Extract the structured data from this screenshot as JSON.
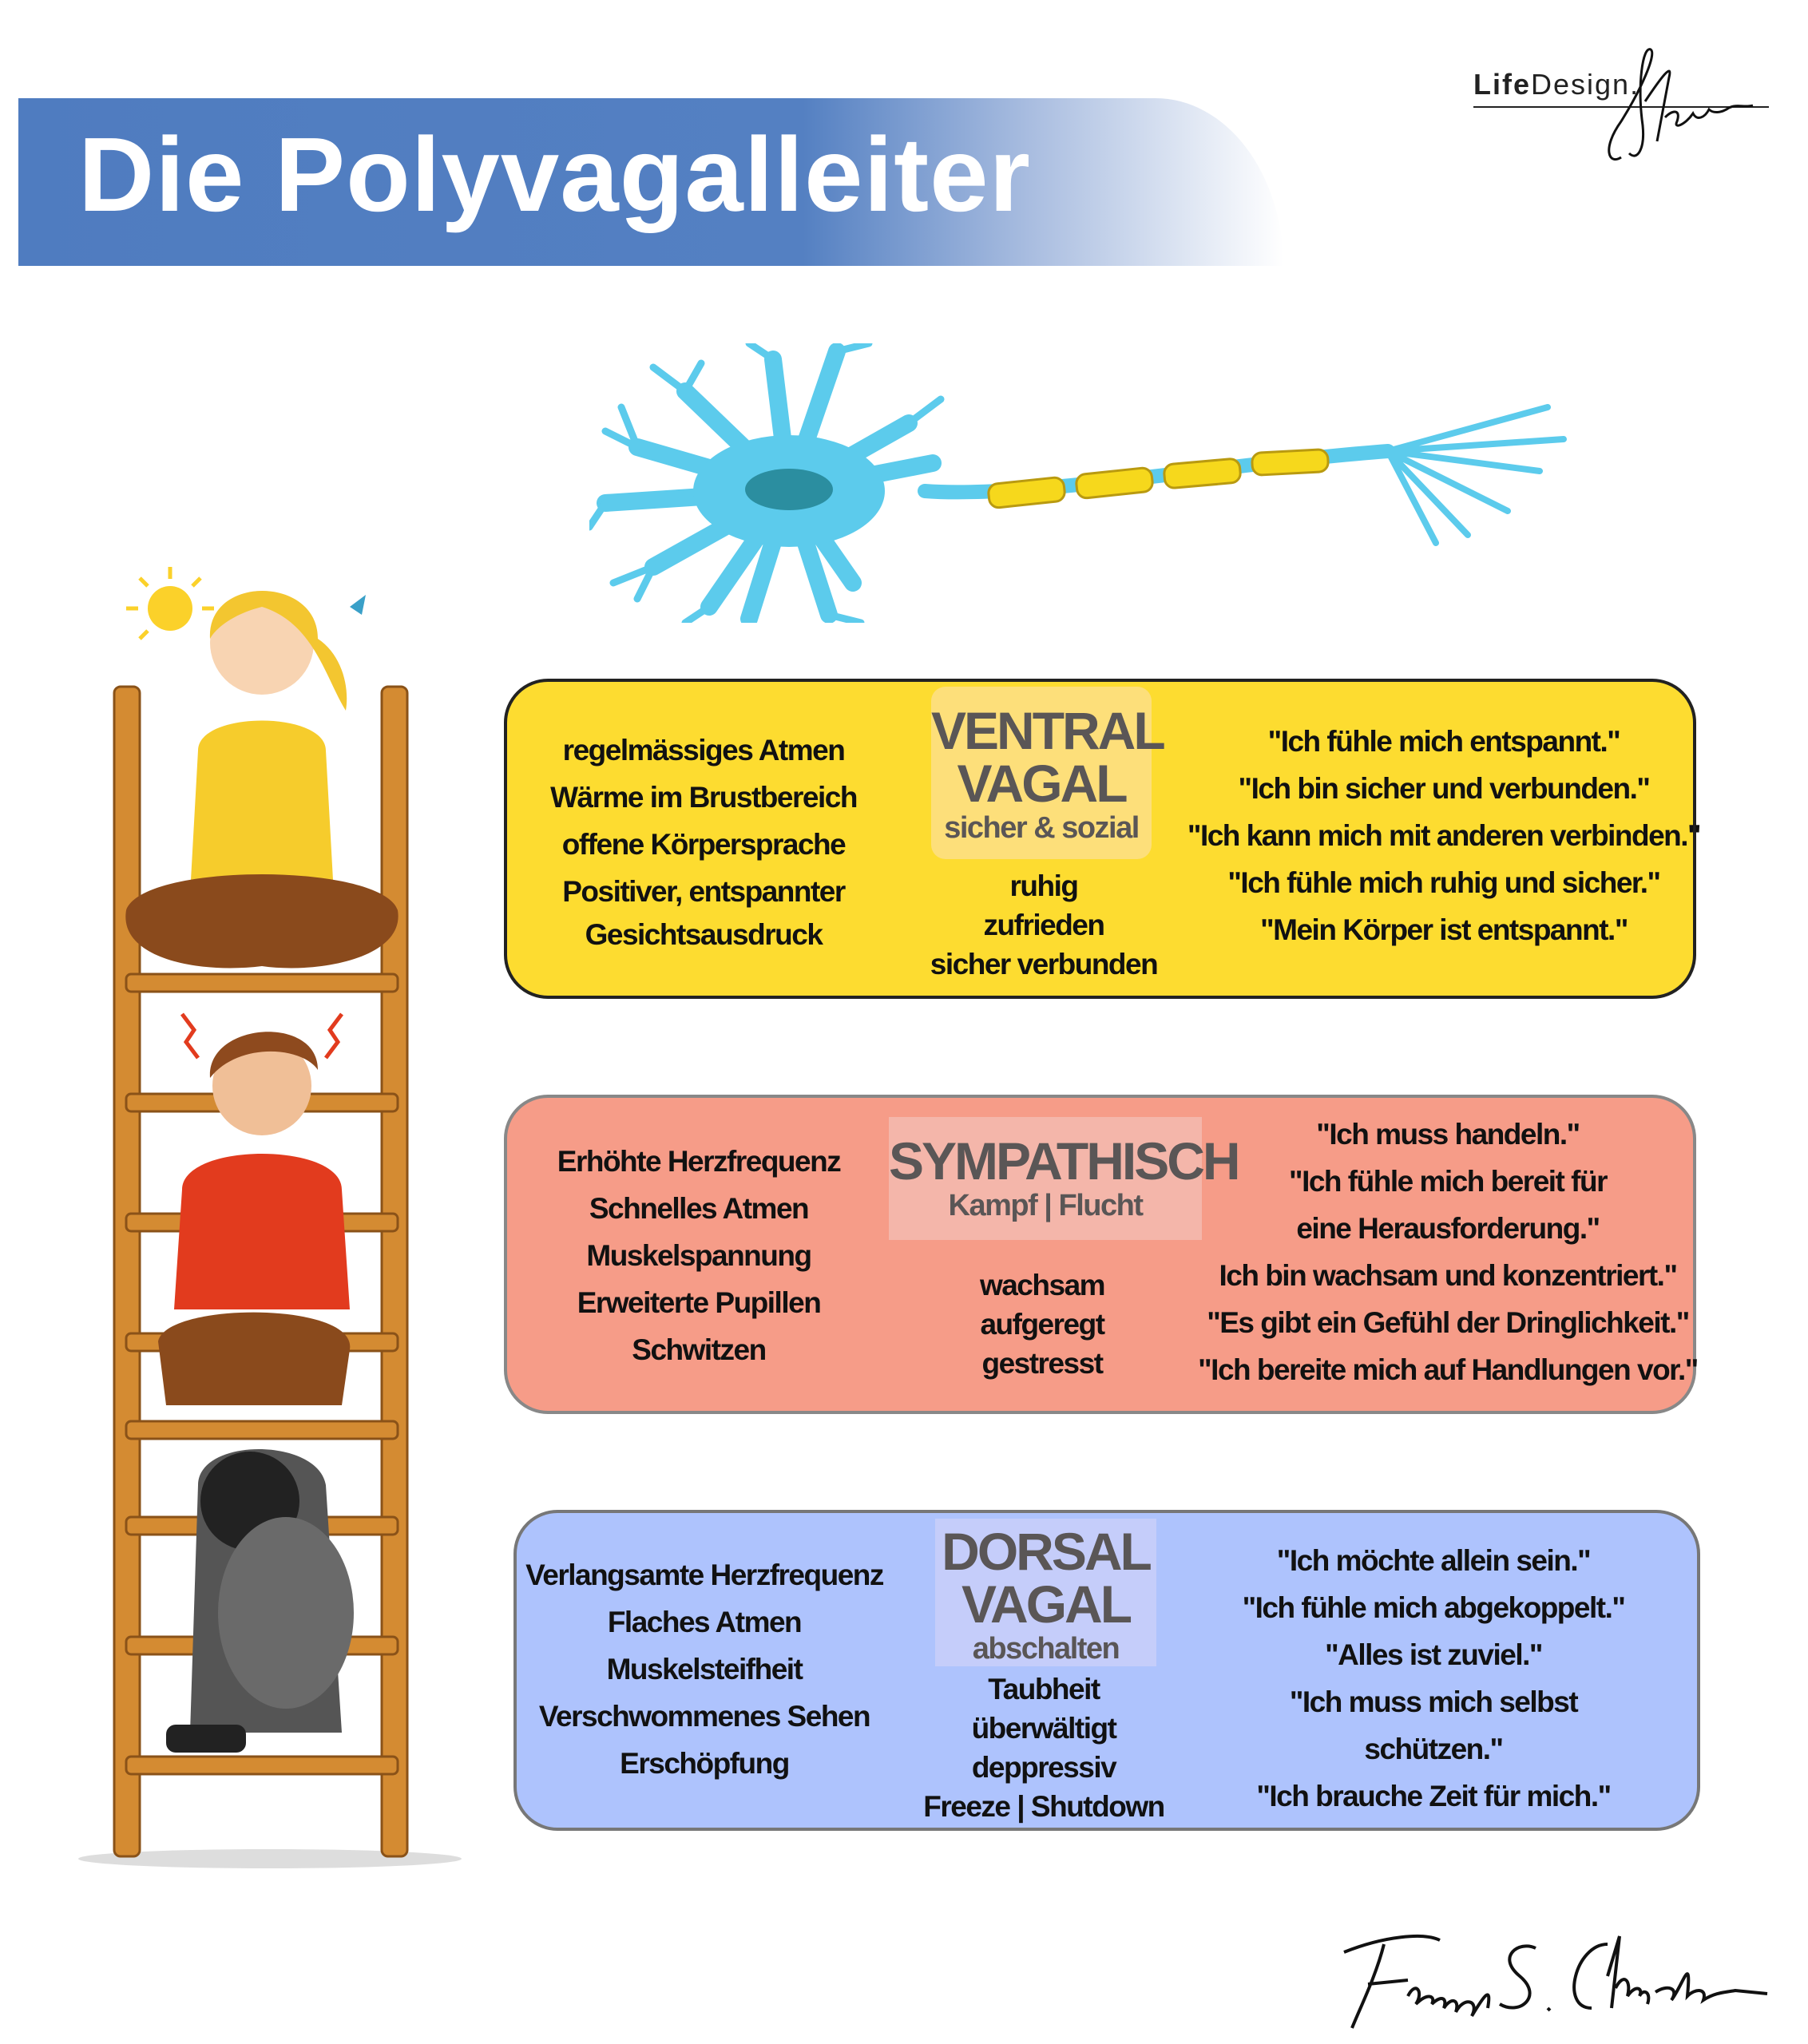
{
  "header": {
    "title": "Die Polyvagalleiter"
  },
  "logo": {
    "text_bold": "Life",
    "text_regular": "Design.",
    "script": "Studio"
  },
  "signature": "Fernando S. Christian",
  "colors": {
    "title_bar": "#5480c2",
    "ventral": "#fddc30",
    "sympathisch": "#f69c88",
    "dorsal": "#aec3fd",
    "neuron": "#5ccbec",
    "myelin": "#f6d81c"
  },
  "states": [
    {
      "name": "ventral",
      "heading": [
        "VENTRAL",
        "VAGAL"
      ],
      "subtitle": "sicher & sozial",
      "body": [
        "regelmässiges Atmen",
        "Wärme im Brustbereich",
        "offene Körpersprache",
        "Positiver, entspannter",
        "Gesichtsausdruck"
      ],
      "feelings": [
        "ruhig",
        "zufrieden",
        "sicher verbunden"
      ],
      "quotes": [
        "\"Ich fühle mich entspannt.\"",
        "\"Ich bin sicher und verbunden.\"",
        "\"Ich kann mich mit anderen verbinden.\"",
        "\"Ich fühle mich ruhig und sicher.\"",
        "\"Mein Körper ist entspannt.\""
      ]
    },
    {
      "name": "sympathisch",
      "heading": [
        "SYMPATHISCH"
      ],
      "subtitle": "Kampf | Flucht",
      "body": [
        "Erhöhte Herzfrequenz",
        "Schnelles Atmen",
        "Muskelspannung",
        "Erweiterte Pupillen",
        "Schwitzen"
      ],
      "feelings": [
        "wachsam",
        "aufgeregt",
        "gestresst"
      ],
      "quotes": [
        "\"Ich muss handeln.\"",
        "\"Ich fühle mich bereit für",
        "eine Herausforderung.\"",
        "Ich bin wachsam und konzentriert.\"",
        "\"Es gibt ein Gefühl der Dringlichkeit.\"",
        "\"Ich bereite mich auf Handlungen vor.\""
      ]
    },
    {
      "name": "dorsal",
      "heading": [
        "DORSAL",
        "VAGAL"
      ],
      "subtitle": "abschalten",
      "body": [
        "Verlangsamte Herzfrequenz",
        "Flaches Atmen",
        "Muskelsteifheit",
        "Verschwommenes Sehen",
        "Erschöpfung"
      ],
      "feelings": [
        "Taubheit",
        "überwältigt",
        "deppressiv",
        "Freeze | Shutdown"
      ],
      "quotes": [
        "\"Ich möchte allein sein.\"",
        "\"Ich fühle mich abgekoppelt.\"",
        "\"Alles ist zuviel.\"",
        "\"Ich muss mich selbst",
        "schützen.\"",
        "\"Ich brauche Zeit für mich.\""
      ]
    }
  ]
}
